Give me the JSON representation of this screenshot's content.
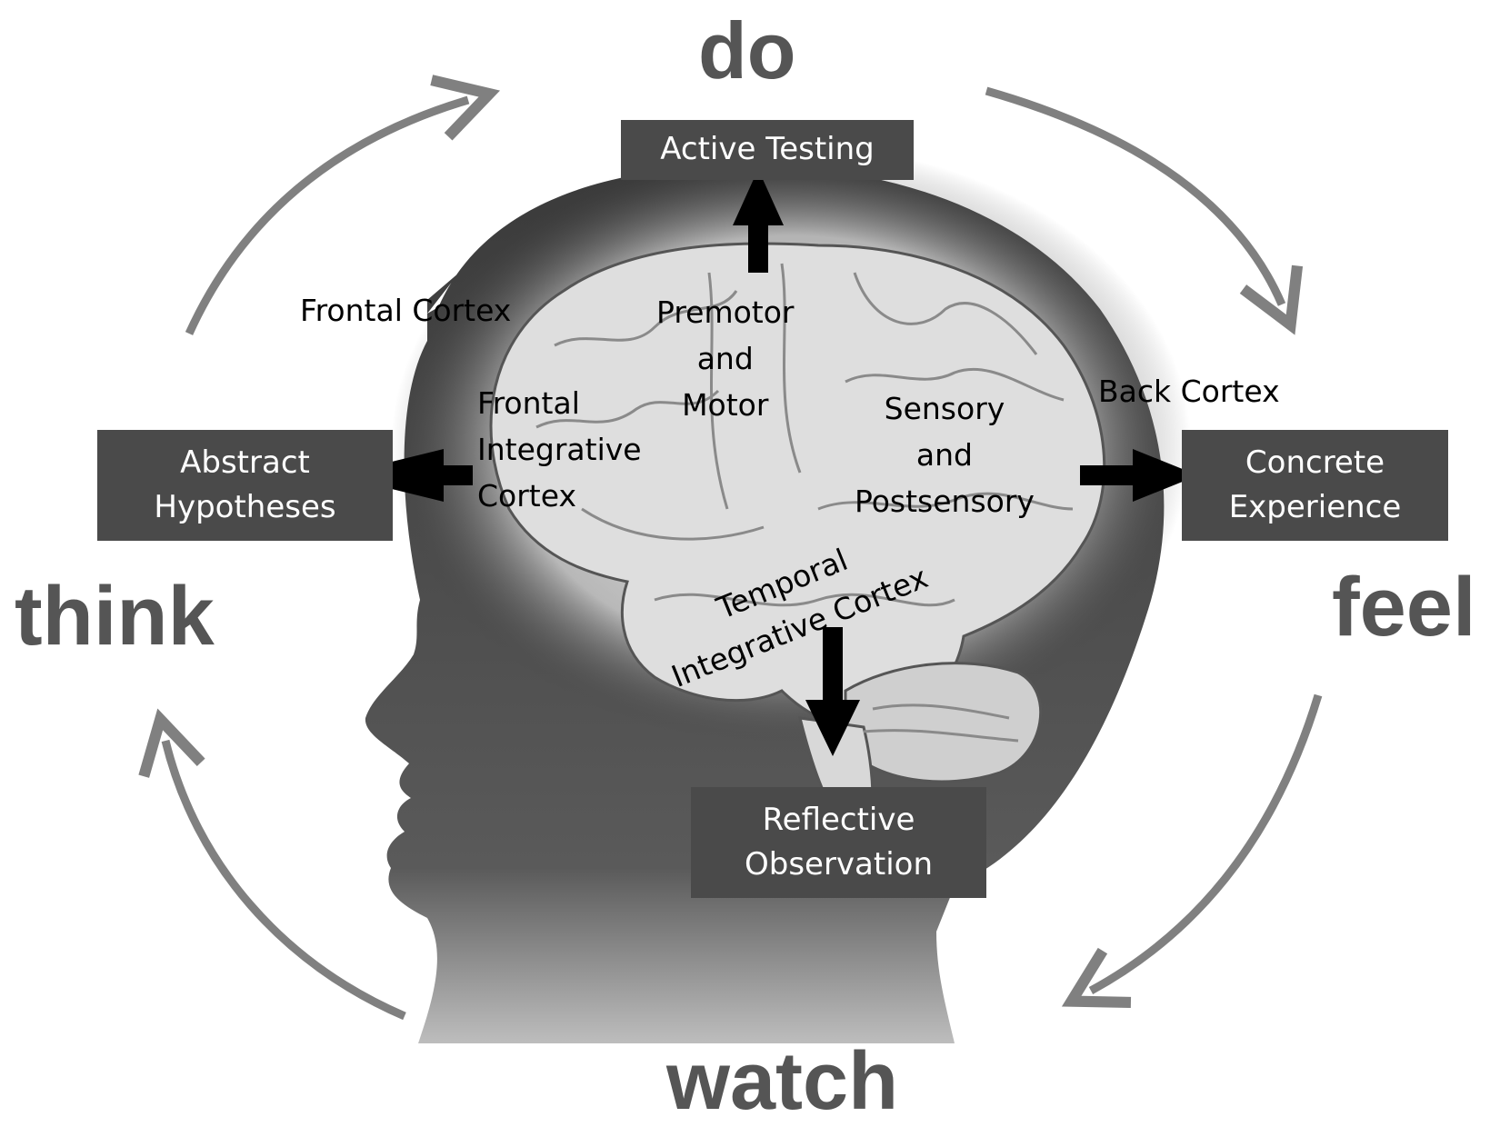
{
  "cycle": {
    "do": "do",
    "feel": "feel",
    "watch": "watch",
    "think": "think"
  },
  "stages": {
    "active_testing": [
      "Active Testing"
    ],
    "abstract_hypotheses": [
      "Abstract",
      "Hypotheses"
    ],
    "concrete_experience": [
      "Concrete",
      "Experience"
    ],
    "reflective_observation": [
      "Reflective",
      "Observation"
    ]
  },
  "regions": {
    "frontal_cortex": "Frontal Cortex",
    "back_cortex": "Back Cortex",
    "premotor_motor": [
      "Premotor",
      "and",
      "Motor"
    ],
    "frontal_integrative": [
      "Frontal",
      "Integrative",
      "Cortex"
    ],
    "sensory": [
      "Sensory",
      "and",
      "Postsensory"
    ],
    "temporal": [
      "Temporal",
      "Integrative Cortex"
    ]
  },
  "colors": {
    "cycle_arrow": "#808080",
    "cycle_text": "#555555",
    "box_fill": "#4a4a4a",
    "head_fill": "#3a3a3a",
    "brain_fill": "#dedede"
  }
}
